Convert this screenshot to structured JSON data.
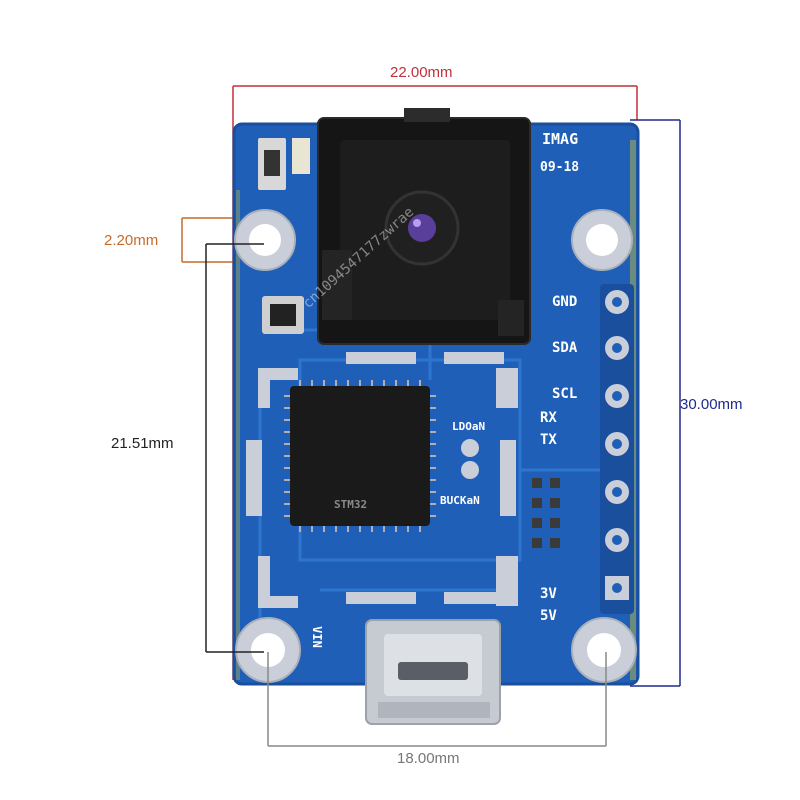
{
  "dimensions": {
    "board_width": "22.00mm",
    "board_height": "30.00mm",
    "hole_diameter": "2.20mm",
    "hole_spacing_vertical": "21.51mm",
    "hole_spacing_horizontal": "18.00mm"
  },
  "silkscreen": {
    "pins": [
      "GND",
      "SDA",
      "SCL",
      "RX",
      "TX",
      "3V",
      "5V"
    ],
    "board_name": "IMAG",
    "revision": "09-18",
    "ldo_label": "LDOaN",
    "buck_label": "BUCKaN",
    "vin_label": "VIN",
    "chip_text": "STM32"
  },
  "watermark": "cn1094547177zwrae",
  "colors": {
    "pcb_blue": "#1f5fb8",
    "pcb_edge": "#1a4f9e",
    "width_line": "#c0303a",
    "height_line": "#1e2a8c",
    "hole_line": "#c66a2a",
    "vert_line": "#222222",
    "horiz_line": "#888888"
  }
}
